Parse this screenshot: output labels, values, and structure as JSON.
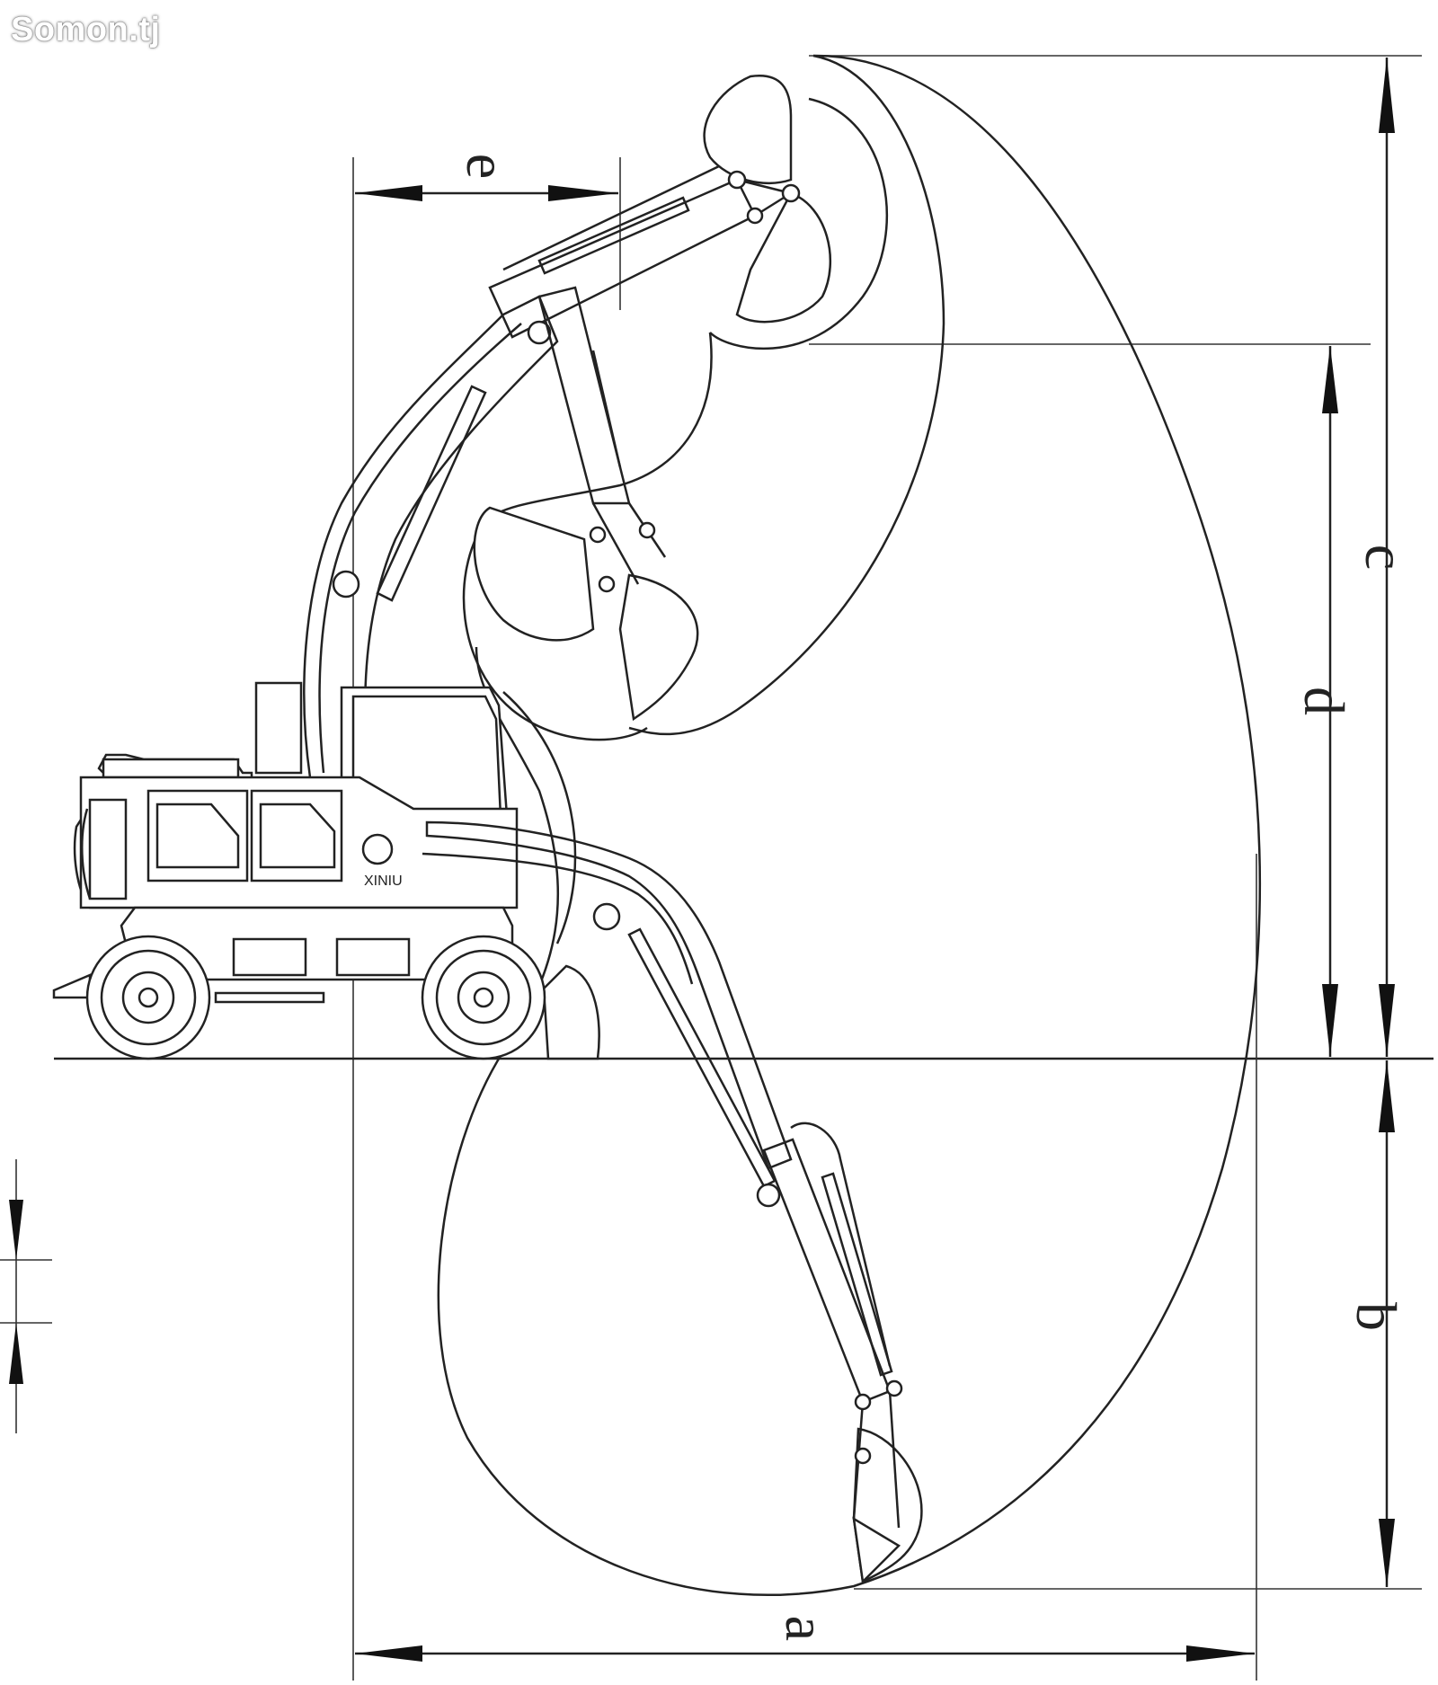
{
  "watermark": "Somon.tj",
  "dimensions": {
    "a": "a",
    "b": "b",
    "c": "c",
    "d": "d",
    "e": "e"
  },
  "machine_label": "XINIU",
  "colors": {
    "line": "#222222",
    "background": "#ffffff"
  }
}
